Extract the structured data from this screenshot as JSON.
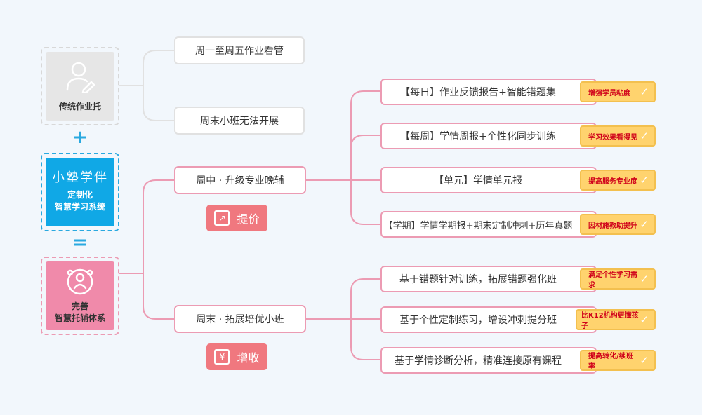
{
  "colors": {
    "background": "#f2f7fc",
    "pink": "#ec9bb3",
    "gray": "#e1e1e1",
    "blue": "#29a9e0",
    "tag": "#ffd36e",
    "tag_text": "#d0021b",
    "badge": "#f0787f"
  },
  "left": {
    "traditional": {
      "icon": "person-edit-icon",
      "label": "传统作业托"
    },
    "plus_symbol": "+",
    "brand": {
      "logo_text": "小塾学伴",
      "line1": "定制化",
      "line2": "智慧学习系统"
    },
    "equals_symbol": "=",
    "system": {
      "icon": "teacher-group-icon",
      "line1": "完善",
      "line2": "智慧托辅体系"
    }
  },
  "traditional_branches": [
    "周一至周五作业看管",
    "周末小班无法开展"
  ],
  "weekday": {
    "label": "周中 · 升级专业晚辅",
    "badge": {
      "icon": "trend-up-icon",
      "label": "提价"
    },
    "items": [
      {
        "text": "【每日】作业反馈报告+智能错题集",
        "tag": "增强学员粘度"
      },
      {
        "text": "【每周】学情周报+个性化同步训练",
        "tag": "学习效果看得见"
      },
      {
        "text": "【单元】学情单元报",
        "tag": "提高服务专业度"
      },
      {
        "text": "【学期】学情学期报+期末定制冲刺+历年真题",
        "tag": "因材施教助提升"
      }
    ]
  },
  "weekend": {
    "label": "周末 · 拓展培优小班",
    "badge": {
      "icon": "money-hand-icon",
      "label": "增收"
    },
    "items": [
      {
        "text": "基于错题针对训练，拓展错题强化班",
        "tag": "满足个性学习需求"
      },
      {
        "text": "基于个性定制练习，增设冲刺提分班",
        "tag": "比K12机构更懂孩子"
      },
      {
        "text": "基于学情诊断分析，精准连接原有课程",
        "tag": "提高转化/续班率"
      }
    ]
  }
}
